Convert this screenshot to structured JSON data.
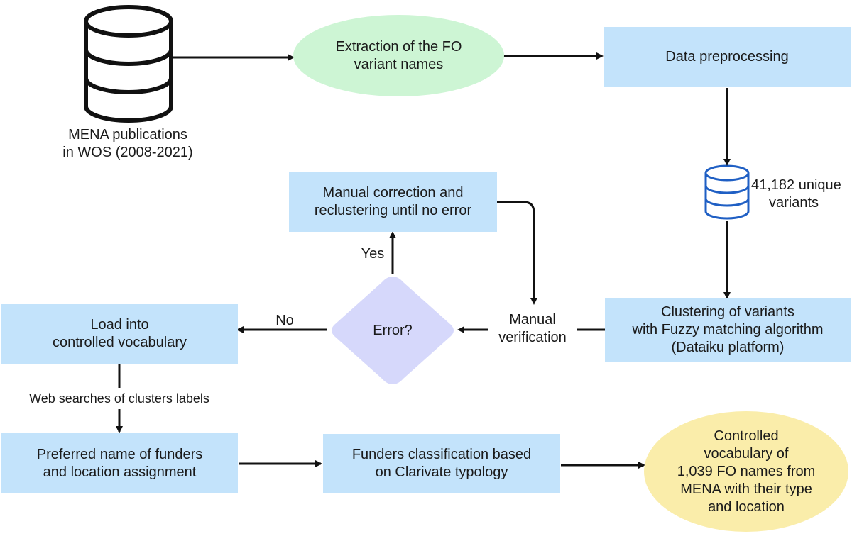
{
  "nodes": {
    "mena_label": [
      "MENA publications",
      "in WOS (2008-2021)"
    ],
    "extraction": [
      "Extraction of the FO",
      "variant names"
    ],
    "preprocessing": [
      "Data preprocessing"
    ],
    "unique_variants": [
      "41,182 unique",
      "variants"
    ],
    "clustering": [
      "Clustering of variants",
      "with Fuzzy matching algorithm",
      "(Dataiku platform)"
    ],
    "manual_verification": [
      "Manual",
      "verification"
    ],
    "decision": "Error?",
    "manual_correction": [
      "Manual correction and",
      "reclustering until no error"
    ],
    "load": [
      "Load into",
      "controlled vocabulary"
    ],
    "preferred_name": [
      "Preferred name of funders",
      "and location assignment"
    ],
    "classification": [
      "Funders classification based",
      "on Clarivate typology"
    ],
    "controlled_vocab": [
      "Controlled",
      "vocabulary of",
      "1,039 FO names from",
      "MENA with their type",
      "and location"
    ]
  },
  "edge_labels": {
    "yes": "Yes",
    "no": "No",
    "web_searches": "Web searches of clusters labels"
  },
  "colors": {
    "box": "#c3e3fb",
    "ellipse_green": "#cdf5d4",
    "ellipse_yellow": "#faedaa",
    "diamond": "#d6d8fb",
    "database_stroke": "#111111",
    "small_database_stroke": "#1f5fc4",
    "arrow": "#111111"
  },
  "icons": [
    "database-icon",
    "small-database-icon"
  ]
}
